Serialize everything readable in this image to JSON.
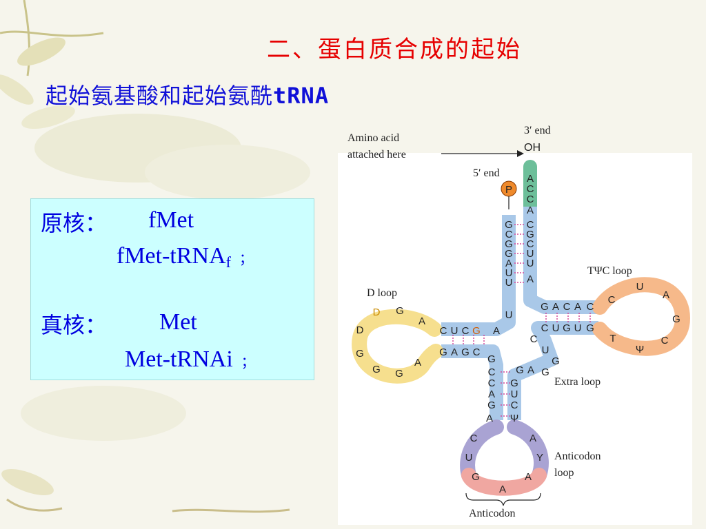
{
  "slide": {
    "title": "二、蛋白质合成的起始",
    "subtitle_cn": "起始氨基酸和起始氨酰",
    "subtitle_trna": "tRNA"
  },
  "info_box": {
    "prokaryote_label": "原核：",
    "prokaryote_aa": "fMet",
    "prokaryote_trna": "fMet-tRNA",
    "prokaryote_trna_sub": "f",
    "prokaryote_end": "；",
    "eukaryote_label": "真核：",
    "eukaryote_aa": "Met",
    "eukaryote_trna": "Met-tRNAi",
    "eukaryote_end": "；"
  },
  "diagram": {
    "labels": {
      "amino_acid": "Amino acid",
      "attached_here": "attached here",
      "three_end": "3′ end",
      "oh": "OH",
      "five_end": "5′ end",
      "p": "P",
      "d_loop": "D loop",
      "tpsic_loop": "TΨC  loop",
      "extra_loop": "Extra loop",
      "anticodon_loop_1": "Anticodon",
      "anticodon_loop_2": "loop",
      "anticodon": "Anticodon"
    },
    "acceptor_3": [
      "A",
      "C",
      "C",
      "A",
      "C",
      "G",
      "C",
      "U",
      "U",
      "A"
    ],
    "acceptor_5": [
      "G",
      "C",
      "G",
      "G",
      "A",
      "U",
      "U",
      "U"
    ],
    "d_stem_top": [
      "C",
      "U",
      "C",
      "G",
      "A"
    ],
    "d_stem_bottom": [
      "G",
      "A",
      "G",
      "C"
    ],
    "d_loop": [
      "D",
      "G",
      "A",
      "D",
      "G",
      "G",
      "G",
      "A"
    ],
    "anticodon_stem_left": [
      "G",
      "C",
      "C",
      "A",
      "G",
      "A"
    ],
    "anticodon_stem_right": [
      "G",
      "U",
      "C",
      "Ψ"
    ],
    "anticodon_loop": [
      "C",
      "U",
      "G",
      "A",
      "A",
      "Y",
      "A"
    ],
    "t_stem_top": [
      "G",
      "A",
      "C",
      "A",
      "C"
    ],
    "t_stem_bottom": [
      "C",
      "U",
      "G",
      "U",
      "G"
    ],
    "t_loop": [
      "C",
      "U",
      "A",
      "G",
      "C",
      "Ψ",
      "T"
    ],
    "variable": [
      "C",
      "U",
      "G",
      "G",
      "A",
      "G"
    ]
  },
  "colors": {
    "title": "#e60000",
    "body_text": "#0000e0",
    "box": "#ccffff",
    "stem": "#a9c8e8",
    "acceptor_end": "#6dbf9a",
    "d_loop": "#f6df8e",
    "t_loop": "#f6b98a",
    "anticodon_loop_side": "#a9a3d3",
    "anticodon_loop_bottom": "#f0a7a1",
    "phosphate": "#ef8a2c"
  }
}
